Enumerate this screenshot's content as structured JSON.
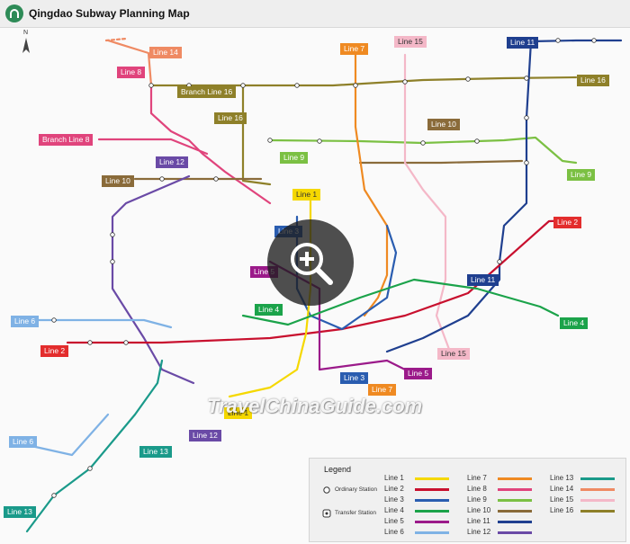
{
  "header": {
    "title": "Qingdao Subway Planning Map"
  },
  "map": {
    "north_label": "N",
    "watermark": "TravelChinaGuide.com",
    "line_tags": [
      {
        "text": "Line 14",
        "color": "#ef8a63"
      },
      {
        "text": "Line 8",
        "color": "#e0447c"
      },
      {
        "text": "Line 7",
        "color": "#ef8a22"
      },
      {
        "text": "Line 15",
        "color": "#f4b8c8"
      },
      {
        "text": "Line 11",
        "color": "#1f3f8f"
      },
      {
        "text": "Line 16",
        "color": "#8e8029"
      },
      {
        "text": "Branch Line 16",
        "color": "#8e8029"
      },
      {
        "text": "Line 16",
        "color": "#8e8029"
      },
      {
        "text": "Branch Line 8",
        "color": "#e0447c"
      },
      {
        "text": "Line 10",
        "color": "#8a6b3a"
      },
      {
        "text": "Line 12",
        "color": "#6a4aa6"
      },
      {
        "text": "Line 9",
        "color": "#7bc043"
      },
      {
        "text": "Line 9",
        "color": "#7bc043"
      },
      {
        "text": "Line 10",
        "color": "#8a6b3a"
      },
      {
        "text": "Line 1",
        "color": "#f5d800"
      },
      {
        "text": "Line 2",
        "color": "#e32d2d"
      },
      {
        "text": "Line 3",
        "color": "#2a5db0"
      },
      {
        "text": "Line 5",
        "color": "#9b1a8a"
      },
      {
        "text": "Line 11",
        "color": "#1f3f8f"
      },
      {
        "text": "Line 6",
        "color": "#7fb2e5"
      },
      {
        "text": "Line 4",
        "color": "#1ba34a"
      },
      {
        "text": "Line 4",
        "color": "#1ba34a"
      },
      {
        "text": "Line 2",
        "color": "#e32d2d"
      },
      {
        "text": "Line 5",
        "color": "#9b1a8a"
      },
      {
        "text": "Line 15",
        "color": "#f4b8c8"
      },
      {
        "text": "Line 3",
        "color": "#2a5db0"
      },
      {
        "text": "Line 7",
        "color": "#ef8a22"
      },
      {
        "text": "Line 1",
        "color": "#f5d800"
      },
      {
        "text": "Line 12",
        "color": "#6a4aa6"
      },
      {
        "text": "Line 6",
        "color": "#7fb2e5"
      },
      {
        "text": "Line 13",
        "color": "#1a9a8a"
      },
      {
        "text": "Line 13",
        "color": "#1a9a8a"
      }
    ]
  },
  "legend": {
    "title": "Legend",
    "ordinary_station": "Ordinary Station",
    "transfer_station": "Transfer Station",
    "items": [
      {
        "label": "Line 1",
        "color": "#f5d800"
      },
      {
        "label": "Line 2",
        "color": "#c8102e"
      },
      {
        "label": "Line 3",
        "color": "#2a5db0"
      },
      {
        "label": "Line 4",
        "color": "#1ba34a"
      },
      {
        "label": "Line 5",
        "color": "#9b1a8a"
      },
      {
        "label": "Line 6",
        "color": "#7fb2e5"
      },
      {
        "label": "Line 7",
        "color": "#ef8a22"
      },
      {
        "label": "Line 8",
        "color": "#e0447c"
      },
      {
        "label": "Line 9",
        "color": "#7bc043"
      },
      {
        "label": "Line 10",
        "color": "#8a6b3a"
      },
      {
        "label": "Line 11",
        "color": "#1f3f8f"
      },
      {
        "label": "Line 12",
        "color": "#6a4aa6"
      },
      {
        "label": "Line 13",
        "color": "#1a9a8a"
      },
      {
        "label": "Line 14",
        "color": "#ef8a63"
      },
      {
        "label": "Line 15",
        "color": "#f4b8c8"
      },
      {
        "label": "Line 16",
        "color": "#8e8029"
      }
    ]
  },
  "zoom": {
    "icon": "zoom-in-icon"
  }
}
